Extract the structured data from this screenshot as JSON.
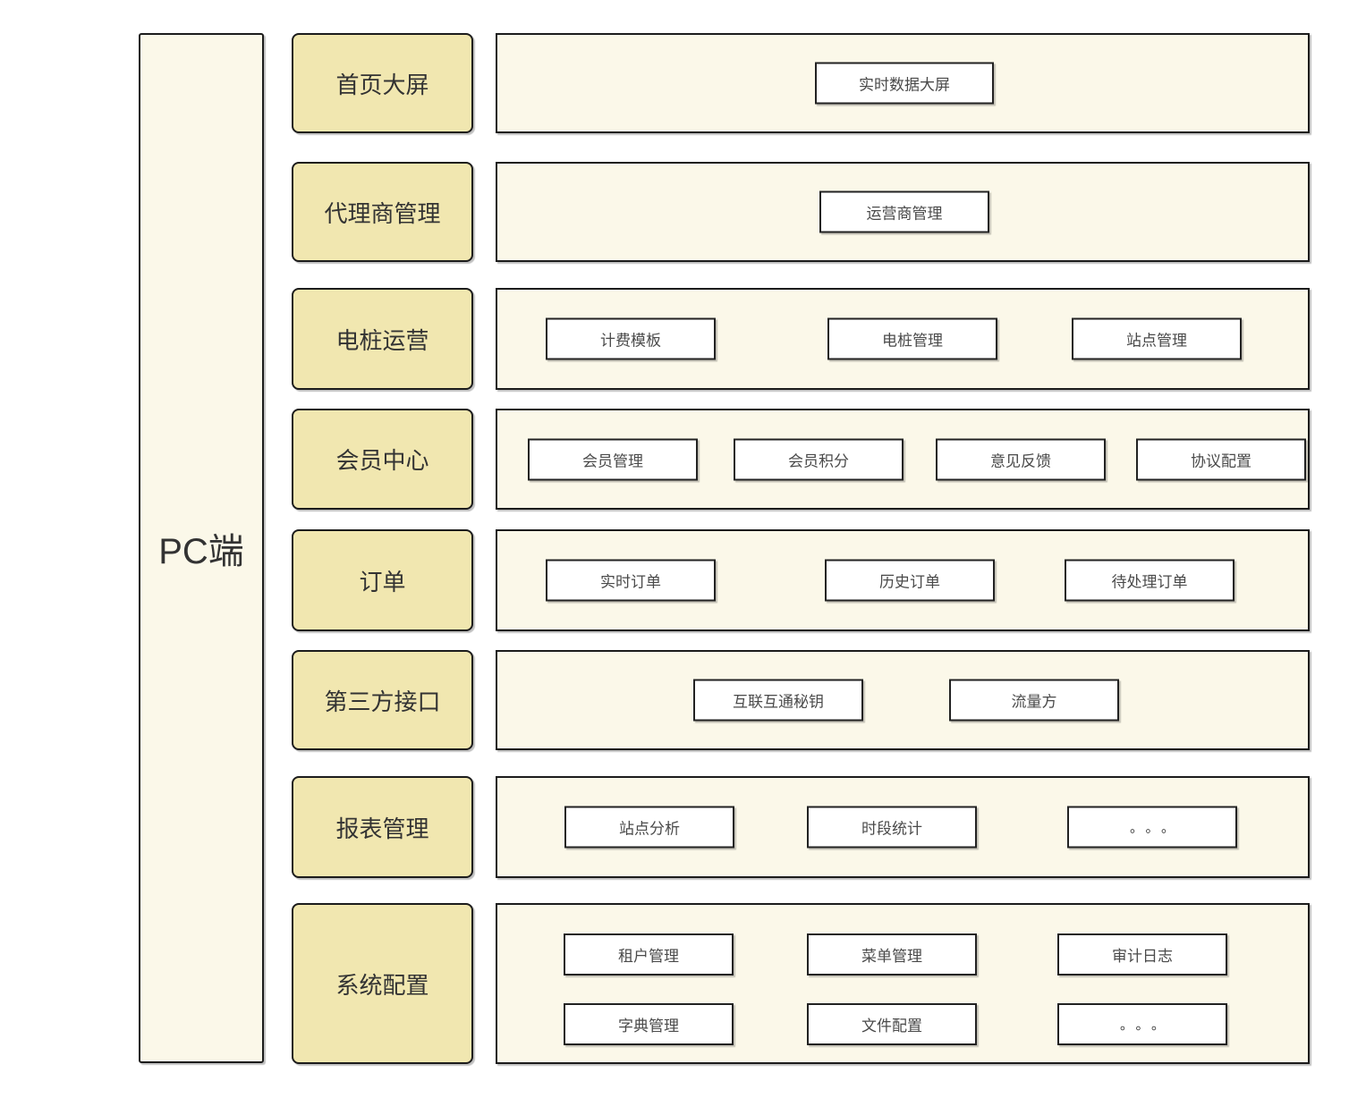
{
  "root": {
    "label": "PC端"
  },
  "rows": [
    {
      "label": "首页大屏",
      "items": [
        "实时数据大屏"
      ]
    },
    {
      "label": "代理商管理",
      "items": [
        "运营商管理"
      ]
    },
    {
      "label": "电桩运营",
      "items": [
        "计费模板",
        "电桩管理",
        "站点管理"
      ]
    },
    {
      "label": "会员中心",
      "items": [
        "会员管理",
        "会员积分",
        "意见反馈",
        "协议配置"
      ]
    },
    {
      "label": "订单",
      "items": [
        "实时订单",
        "历史订单",
        "待处理订单"
      ]
    },
    {
      "label": "第三方接口",
      "items": [
        "互联互通秘钥",
        "流量方"
      ]
    },
    {
      "label": "报表管理",
      "items": [
        "站点分析",
        "时段统计",
        "。。。"
      ]
    },
    {
      "label": "系统配置",
      "items": [
        "租户管理",
        "菜单管理",
        "审计日志",
        "字典管理",
        "文件配置",
        "。。。"
      ]
    }
  ],
  "colors": {
    "label_fill": "#f1e7b0",
    "panel_fill": "#fbf8e9",
    "node_fill": "#ffffff",
    "border": "#1c1c1c",
    "text": "#333333"
  }
}
